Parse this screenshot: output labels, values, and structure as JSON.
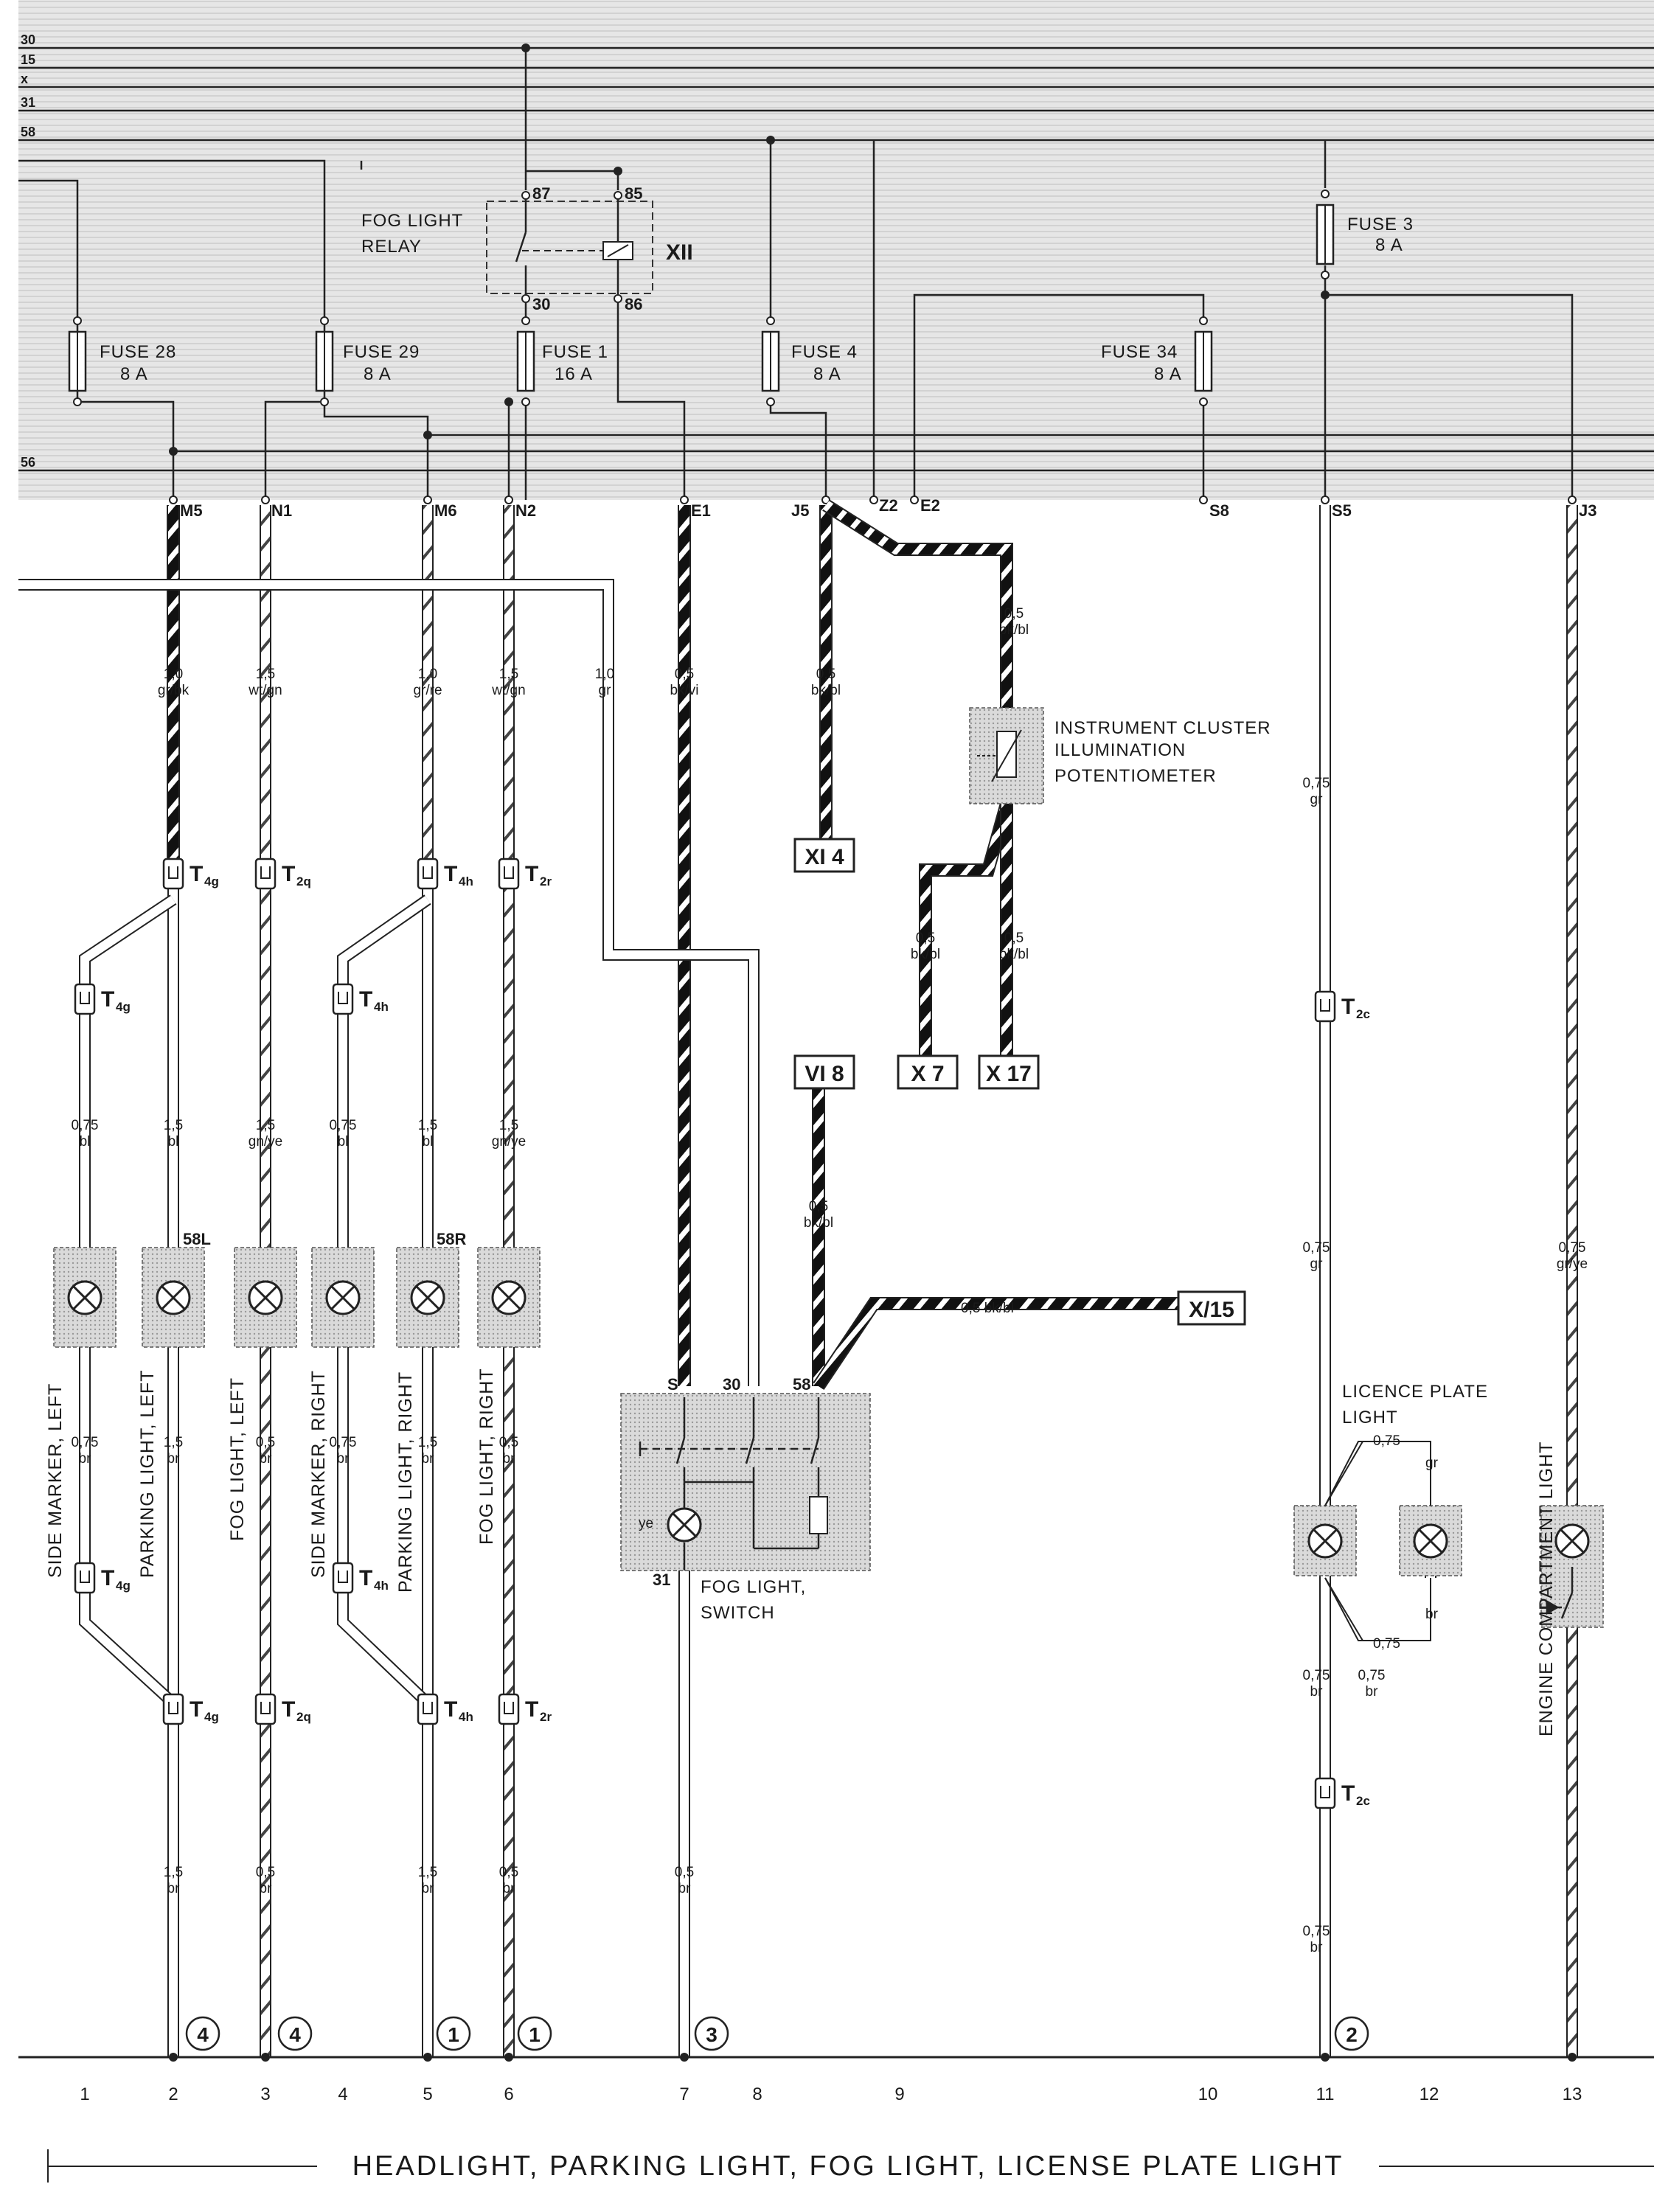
{
  "bus_lines": [
    "30",
    "15",
    "x",
    "31",
    "58",
    "56"
  ],
  "relay": {
    "label_line1": "FOG LIGHT",
    "label_line2": "RELAY",
    "code": "XII",
    "terminals": [
      "87",
      "85",
      "30",
      "86"
    ]
  },
  "fuses": [
    {
      "name": "FUSE 28",
      "rating": "8 A"
    },
    {
      "name": "FUSE 29",
      "rating": "8 A"
    },
    {
      "name": "FUSE 1",
      "rating": "16 A"
    },
    {
      "name": "FUSE 4",
      "rating": "8 A"
    },
    {
      "name": "FUSE 34",
      "rating": "8 A"
    },
    {
      "name": "FUSE 3",
      "rating": "8 A"
    }
  ],
  "terminals": [
    "M5",
    "N1",
    "M6",
    "N2",
    "E1",
    "J5",
    "Z2",
    "E2",
    "S8",
    "S5",
    "J3"
  ],
  "wires": [
    {
      "size": "1,0",
      "color": "gr/bk"
    },
    {
      "size": "1,5",
      "color": "wt/gn"
    },
    {
      "size": "1,0",
      "color": "gr/re"
    },
    {
      "size": "1,5",
      "color": "wt/gn"
    },
    {
      "size": "1,0",
      "color": "gr"
    },
    {
      "size": "0,5",
      "color": "bk/vi"
    },
    {
      "size": "0,5",
      "color": "bk/bl"
    },
    {
      "size": "0,5",
      "color": "bk/bl"
    },
    {
      "size": "0,75",
      "color": "gr"
    },
    {
      "size": "0,75",
      "color": "bl"
    },
    {
      "size": "1,5",
      "color": "bl"
    },
    {
      "size": "1,5",
      "color": "gn/ye"
    },
    {
      "size": "0,75",
      "color": "bl"
    },
    {
      "size": "1,5",
      "color": "bl"
    },
    {
      "size": "1,5",
      "color": "gn/ye"
    },
    {
      "size": "0,75",
      "color": "br"
    },
    {
      "size": "1,5",
      "color": "br"
    },
    {
      "size": "0,5",
      "color": "br"
    },
    {
      "size": "0,75",
      "color": "br"
    },
    {
      "size": "1,5",
      "color": "br"
    },
    {
      "size": "0,5",
      "color": "br"
    },
    {
      "size": "1,5",
      "color": "br"
    },
    {
      "size": "0,5",
      "color": "br"
    },
    {
      "size": "1,5",
      "color": "br"
    },
    {
      "size": "0,5",
      "color": "br"
    },
    {
      "size": "0,5",
      "color": "br"
    },
    {
      "size": "0,5",
      "color": "bk/bl"
    },
    {
      "size": "0,5",
      "color": "bk/bl"
    },
    {
      "size": "0,5",
      "color": "bk/bl"
    },
    {
      "size": "0,75",
      "color": "gr"
    },
    {
      "size": "0,75",
      "color": "gr/ye"
    },
    {
      "size": "0,75",
      "color": "br"
    },
    {
      "size": "0,75",
      "color": "br"
    },
    {
      "size": "0,75",
      "color": "br"
    }
  ],
  "potentiometer": {
    "line1": "INSTRUMENT CLUSTER",
    "line2": "ILLUMINATION",
    "line3": "POTENTIOMETER"
  },
  "connector_boxes": [
    "XI 4",
    "X 7",
    "X 17",
    "VI 8",
    "X/15"
  ],
  "inline_wire_label": "0,5  bk/bl",
  "connectors": [
    {
      "letter": "T",
      "sub": "4g"
    },
    {
      "letter": "T",
      "sub": "2q"
    },
    {
      "letter": "T",
      "sub": "4h"
    },
    {
      "letter": "T",
      "sub": "2r"
    },
    {
      "letter": "T",
      "sub": "4g"
    },
    {
      "letter": "T",
      "sub": "4h"
    },
    {
      "letter": "T",
      "sub": "2c"
    },
    {
      "letter": "T",
      "sub": "4g"
    },
    {
      "letter": "T",
      "sub": "4h"
    },
    {
      "letter": "T",
      "sub": "4g"
    },
    {
      "letter": "T",
      "sub": "2q"
    },
    {
      "letter": "T",
      "sub": "4h"
    },
    {
      "letter": "T",
      "sub": "2r"
    },
    {
      "letter": "T",
      "sub": "2c"
    }
  ],
  "lamp_terminals": [
    "58L",
    "58R"
  ],
  "lamp_labels": [
    "SIDE MARKER, LEFT",
    "PARKING LIGHT, LEFT",
    "FOG LIGHT, LEFT",
    "SIDE MARKER, RIGHT",
    "PARKING LIGHT, RIGHT",
    "FOG LIGHT, RIGHT",
    "ENGINE COMPARTMENT LIGHT"
  ],
  "switch": {
    "label_line1": "FOG LIGHT,",
    "label_line2": "SWITCH",
    "terminals": [
      "S",
      "30",
      "58",
      "31"
    ],
    "lamp_color": "ye"
  },
  "licence_plate": {
    "line1": "LICENCE PLATE",
    "line2": "LIGHT",
    "wire_size": "0,75",
    "colors": [
      "gr",
      "br"
    ]
  },
  "ground_points": [
    "4",
    "4",
    "1",
    "1",
    "3",
    "2"
  ],
  "current_paths": [
    "1",
    "2",
    "3",
    "4",
    "5",
    "6",
    "7",
    "8",
    "9",
    "10",
    "11",
    "12",
    "13"
  ],
  "title": "HEADLIGHT, PARKING LIGHT, FOG LIGHT, LICENSE PLATE LIGHT"
}
